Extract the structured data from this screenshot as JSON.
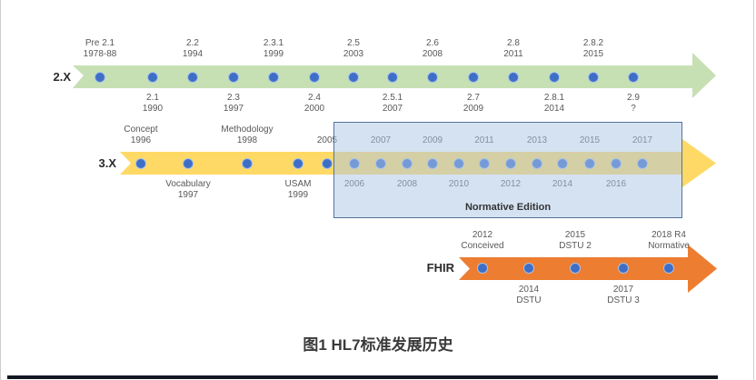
{
  "page": {
    "caption": "图1 HL7标准发展历史"
  },
  "colors": {
    "arrow_2x": "#c6e0b4",
    "arrow_3x": "#ffd966",
    "arrow_fhir": "#ed7d31",
    "dot_fill": "#3f6ec6",
    "dot_ring": "#a6c3e8",
    "label_text": "#595959",
    "row_label_text": "#2b2b2b",
    "overlay_fill": "rgba(171,198,229,0.5)",
    "overlay_border": "#54739c",
    "overlay_label_text": "#333333",
    "caption_text": "#3a3a3a",
    "edge_line": "#cdcdcd",
    "bottom_bar": "#131722"
  },
  "timelines": [
    {
      "id": "2x",
      "label": "2.X",
      "color": "#c6e0b4",
      "events": [
        {
          "lines": [
            "Pre 2.1",
            "1978-88"
          ]
        },
        {
          "lines": [
            "2.1",
            "1990"
          ]
        },
        {
          "lines": [
            "2.2",
            "1994"
          ]
        },
        {
          "lines": [
            "2.3",
            "1997"
          ]
        },
        {
          "lines": [
            "2.3.1",
            "1999"
          ]
        },
        {
          "lines": [
            "2.4",
            "2000"
          ]
        },
        {
          "lines": [
            "2.5",
            "2003"
          ]
        },
        {
          "lines": [
            "2.5.1",
            "2007"
          ]
        },
        {
          "lines": [
            "2.6",
            "2008"
          ]
        },
        {
          "lines": [
            "2.7",
            "2009"
          ]
        },
        {
          "lines": [
            "2.8",
            "2011"
          ]
        },
        {
          "lines": [
            "2.8.1",
            "2014"
          ]
        },
        {
          "lines": [
            "2.8.2",
            "2015"
          ]
        },
        {
          "lines": [
            "2.9",
            "?"
          ]
        }
      ]
    },
    {
      "id": "3x",
      "label": "3.X",
      "color": "#ffd966",
      "overlay_label": "Normative Edition",
      "events": [
        {
          "lines": [
            "Concept",
            "1996"
          ]
        },
        {
          "lines": [
            "Vocabulary",
            "1997"
          ]
        },
        {
          "lines": [
            "Methodology",
            "1998"
          ]
        },
        {
          "lines": [
            "USAM",
            "1999"
          ]
        },
        {
          "lines": [
            "2005"
          ]
        },
        {
          "lines": [
            "2006"
          ]
        },
        {
          "lines": [
            "2007"
          ]
        },
        {
          "lines": [
            "2008"
          ]
        },
        {
          "lines": [
            "2009"
          ]
        },
        {
          "lines": [
            "2010"
          ]
        },
        {
          "lines": [
            "2011"
          ]
        },
        {
          "lines": [
            "2012"
          ]
        },
        {
          "lines": [
            "2013"
          ]
        },
        {
          "lines": [
            "2014"
          ]
        },
        {
          "lines": [
            "2015"
          ]
        },
        {
          "lines": [
            "2016"
          ]
        },
        {
          "lines": [
            "2017"
          ]
        }
      ]
    },
    {
      "id": "fhir",
      "label": "FHIR",
      "color": "#ed7d31",
      "events": [
        {
          "lines": [
            "2012",
            "Conceived"
          ]
        },
        {
          "lines": [
            "2014",
            "DSTU"
          ]
        },
        {
          "lines": [
            "2015",
            "DSTU 2"
          ]
        },
        {
          "lines": [
            "2017",
            "DSTU 3"
          ]
        },
        {
          "lines": [
            "2018 R4",
            "Normative"
          ]
        }
      ]
    }
  ]
}
